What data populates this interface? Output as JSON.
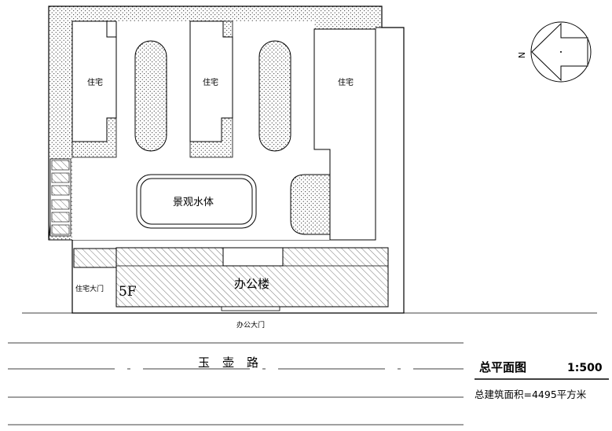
{
  "site": {
    "residential_a": "住宅",
    "residential_b": "住宅",
    "residential_c": "住宅",
    "water_feature": "景观水体",
    "office_building": "办公楼",
    "floors": "5F",
    "residential_gate": "住宅大门",
    "office_gate": "办公大门",
    "road_name": {
      "char1": "玉",
      "char2": "壶",
      "char3": "路"
    }
  },
  "compass": {
    "north_label": "N"
  },
  "title_block": {
    "title": "总平面图",
    "scale": "1:500",
    "area_note": "总建筑面积=4495平方米"
  }
}
